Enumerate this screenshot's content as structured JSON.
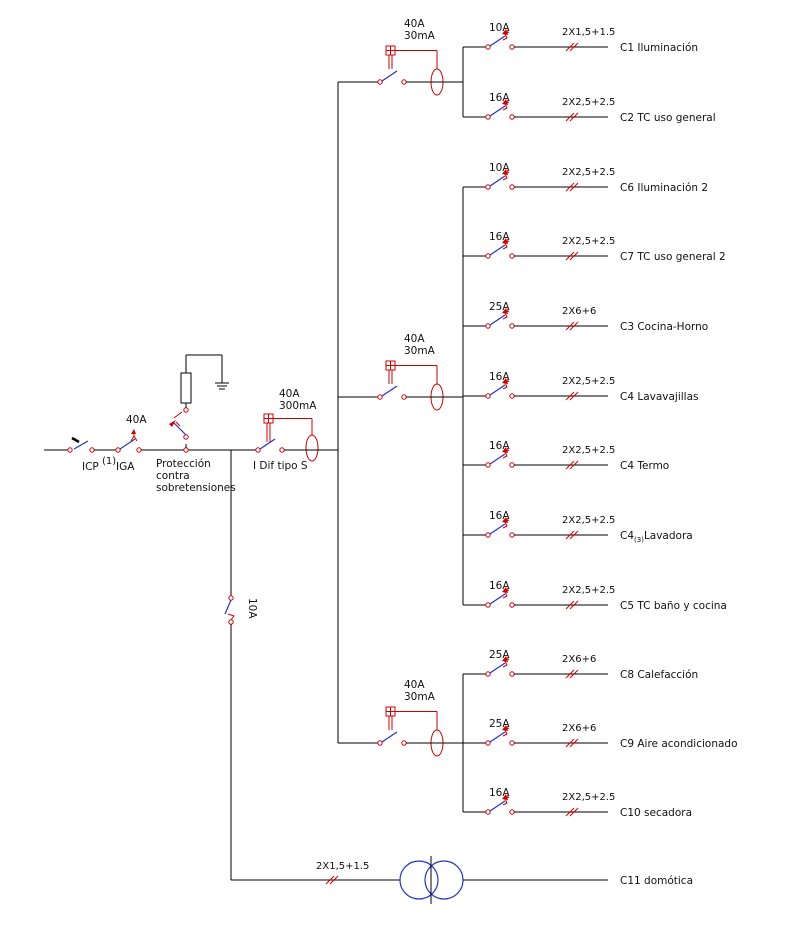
{
  "colors": {
    "wire": "#000000",
    "protection": "#d00000",
    "switch": "#2233cc",
    "text": "#111111"
  },
  "main": {
    "icp": "ICP",
    "icp_note": "(1)",
    "iga_rating": "40A",
    "iga": "IGA",
    "surge_l1": "Protección",
    "surge_l2": "contra",
    "surge_l3": "sobretensiones",
    "dif_rating": "40A",
    "dif_sens": "300mA",
    "dif_label": "I Dif tipo S",
    "dom_breaker": "10A",
    "dom_cable": "2X1,5+1.5",
    "dom_name": "C11 domótica"
  },
  "groups": [
    {
      "rating": "40A",
      "sens": "30mA"
    },
    {
      "rating": "40A",
      "sens": "30mA"
    },
    {
      "rating": "40A",
      "sens": "30mA"
    }
  ],
  "circuits": [
    {
      "breaker": "10A",
      "cable": "2X1,5+1.5",
      "name": "C1  Iluminación"
    },
    {
      "breaker": "16A",
      "cable": "2X2,5+2.5",
      "name": "C2  TC uso general"
    },
    {
      "breaker": "10A",
      "cable": "2X2,5+2.5",
      "name": "C6  Iluminación 2"
    },
    {
      "breaker": "16A",
      "cable": "2X2,5+2.5",
      "name": "C7  TC uso general 2"
    },
    {
      "breaker": "25A",
      "cable": "2X6+6",
      "name": "C3  Cocina-Horno"
    },
    {
      "breaker": "16A",
      "cable": "2X2,5+2.5",
      "name": "C4  Lavavajillas"
    },
    {
      "breaker": "16A",
      "cable": "2X2,5+2.5",
      "name": "C4  Termo"
    },
    {
      "breaker": "16A",
      "cable": "2X2,5+2.5",
      "name": "C4",
      "sub": "(3)",
      "name_after": "Lavadora"
    },
    {
      "breaker": "16A",
      "cable": "2X2,5+2.5",
      "name": "C5  TC baño y cocina"
    },
    {
      "breaker": "25A",
      "cable": "2X6+6",
      "name": "C8  Calefacción"
    },
    {
      "breaker": "25A",
      "cable": "2X6+6",
      "name": "C9  Aire acondicionado"
    },
    {
      "breaker": "16A",
      "cable": "2X2,5+2.5",
      "name": "C10  secadora"
    }
  ]
}
